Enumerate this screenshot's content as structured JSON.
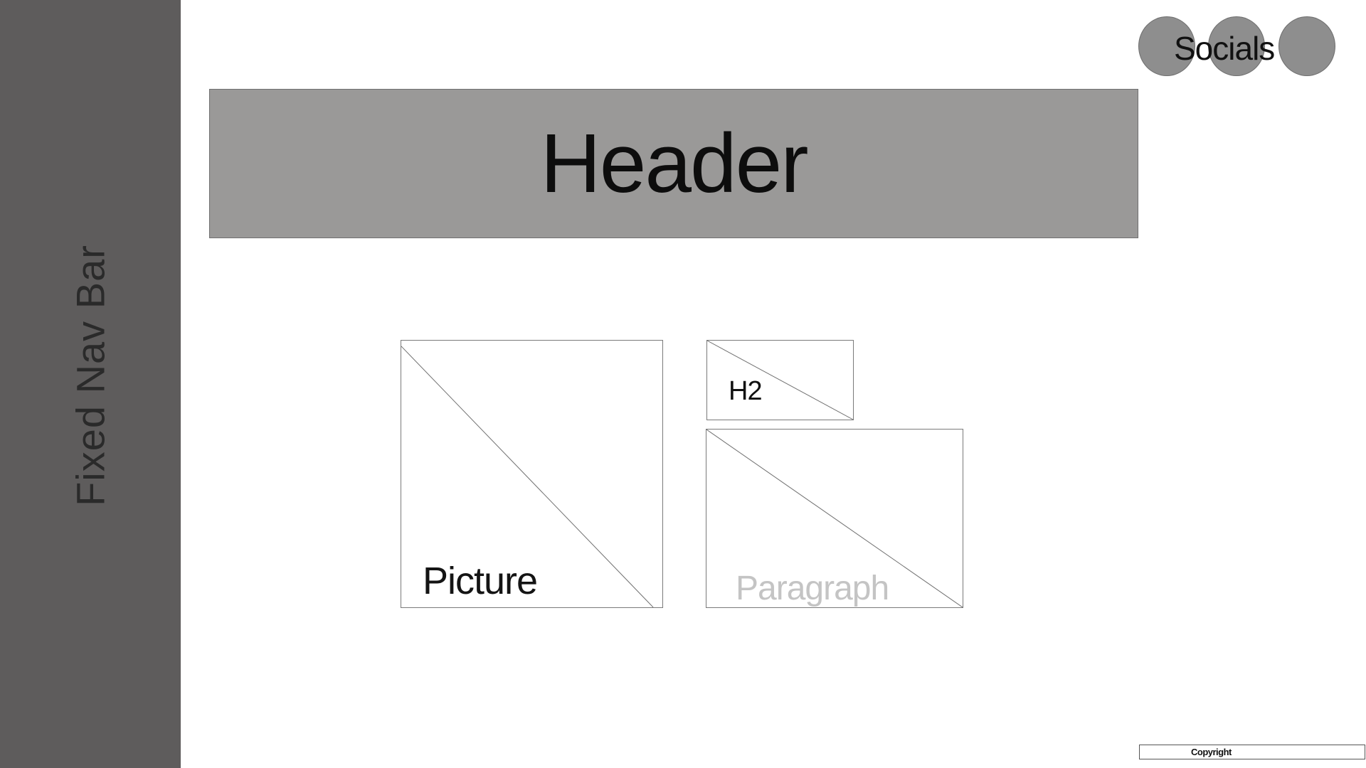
{
  "nav": {
    "label": "Fixed Nav Bar"
  },
  "socials": {
    "label": "Socials",
    "icons": [
      "social-circle",
      "social-circle",
      "social-circle"
    ]
  },
  "header": {
    "label": "Header"
  },
  "content": {
    "picture_label": "Picture",
    "h2_label": "H2",
    "paragraph_label": "Paragraph"
  },
  "footer": {
    "copyright_label": "Copyright"
  },
  "colors": {
    "nav_bg": "#5e5c5c",
    "header_bg": "#9a9998",
    "social_circle": "#8e8e8e",
    "paragraph_text": "#c4c4c4"
  }
}
